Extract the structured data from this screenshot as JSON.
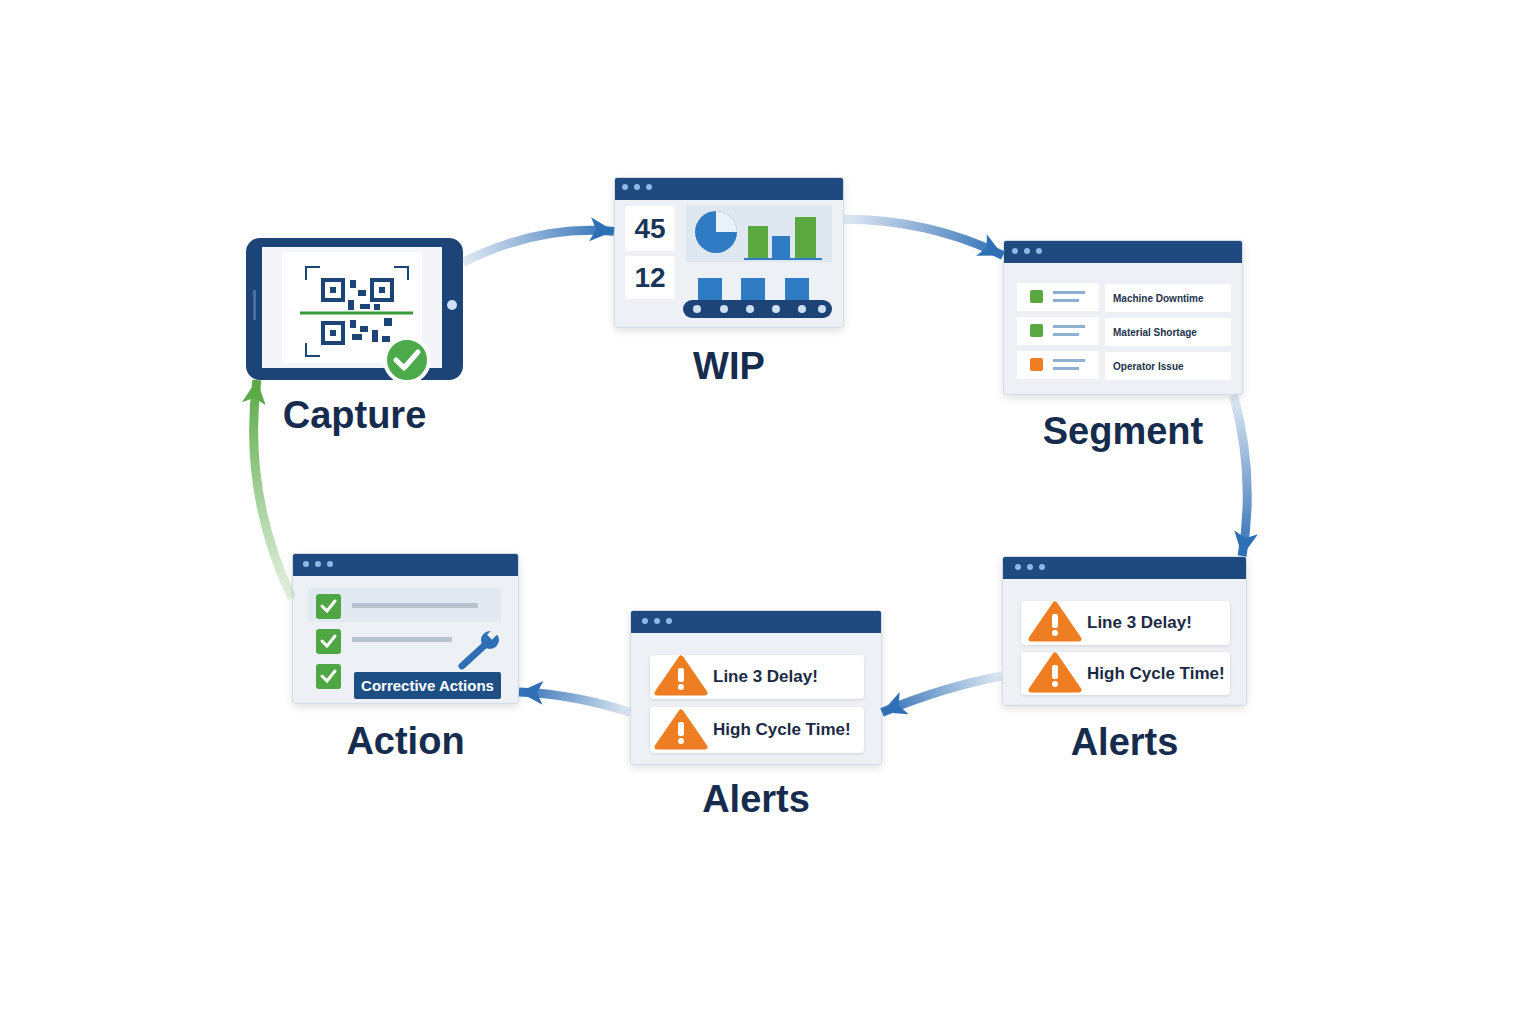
{
  "diagram": {
    "nodes": [
      {
        "text": [
          "Capture"
        ]
      },
      {
        "text": [
          "WIP"
        ]
      },
      {
        "text": [
          "45"
        ],
        "in": 1
      },
      {
        "text": [
          "12"
        ],
        "in": 1
      },
      {
        "text": [
          "Segment"
        ]
      },
      {
        "text": [
          "Machine Downtime"
        ],
        "in": 4
      },
      {
        "text": [
          "Material Shortage"
        ],
        "in": 4
      },
      {
        "text": [
          "Operator Issue"
        ],
        "in": 4
      },
      {
        "text": [
          "Alerts"
        ]
      },
      {
        "text": [
          "Line 3 Delay!"
        ],
        "in": 8
      },
      {
        "text": [
          "High Cycle Time!"
        ],
        "in": 8
      },
      {
        "text": [
          "Alerts"
        ]
      },
      {
        "text": [
          "Line 3 Delay!"
        ],
        "in": 11
      },
      {
        "text": [
          "High Cycle Time!"
        ],
        "in": 11
      },
      {
        "text": [
          "Action"
        ]
      },
      {
        "text": [
          "Corrective Actions"
        ],
        "in": 14
      }
    ],
    "edges": [
      {
        "from": 0,
        "to": 1,
        "arrow": "to"
      },
      {
        "from": 1,
        "to": 4,
        "arrow": "to"
      },
      {
        "from": 4,
        "to": 8,
        "arrow": "to"
      },
      {
        "from": 8,
        "to": 11,
        "arrow": "to"
      },
      {
        "from": 11,
        "to": 14,
        "arrow": "to"
      },
      {
        "from": 14,
        "to": 0,
        "arrow": "to"
      }
    ]
  }
}
